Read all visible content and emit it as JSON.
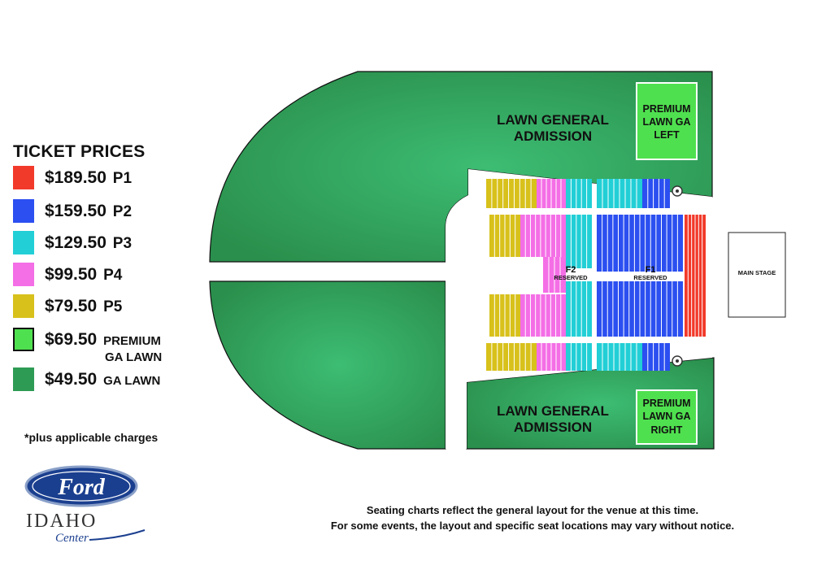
{
  "legend": {
    "title": "TICKET PRICES",
    "items": [
      {
        "price": "$189.50",
        "tier": "P1",
        "color": "#f23a2a"
      },
      {
        "price": "$159.50",
        "tier": "P2",
        "color": "#2b4ff0"
      },
      {
        "price": "$129.50",
        "tier": "P3",
        "color": "#22cfd6"
      },
      {
        "price": "$99.50",
        "tier": "P4",
        "color": "#f46ee6"
      },
      {
        "price": "$79.50",
        "tier": "P5",
        "color": "#d8c11b"
      },
      {
        "price": "$69.50",
        "tier": "PREMIUM",
        "tier_line2": "GA LAWN",
        "color": "#4fe04f"
      },
      {
        "price": "$49.50",
        "tier": "GA LAWN",
        "color": "#2e9b55"
      }
    ]
  },
  "note": "*plus applicable charges",
  "venue": {
    "logo_brand": "Ford",
    "logo_name": "IDAHO",
    "logo_sub": "Center",
    "lawn_top": [
      "LAWN GENERAL",
      "ADMISSION"
    ],
    "lawn_bottom": [
      "LAWN GENERAL",
      "ADMISSION"
    ],
    "premium_left": [
      "PREMIUM",
      "LAWN GA",
      "LEFT"
    ],
    "premium_right": [
      "PREMIUM",
      "LAWN GA",
      "RIGHT"
    ],
    "f2": "F2",
    "f2_sub": "RESERVED",
    "f1": "F1",
    "f1_sub": "RESERVED",
    "stage": "MAIN STAGE",
    "accessible_icon": "wheelchair-icon"
  },
  "disclaimer": {
    "line1": "Seating charts reflect the general layout for the venue at this time.",
    "line2": "For some events, the layout and specific seat locations may vary without notice."
  }
}
